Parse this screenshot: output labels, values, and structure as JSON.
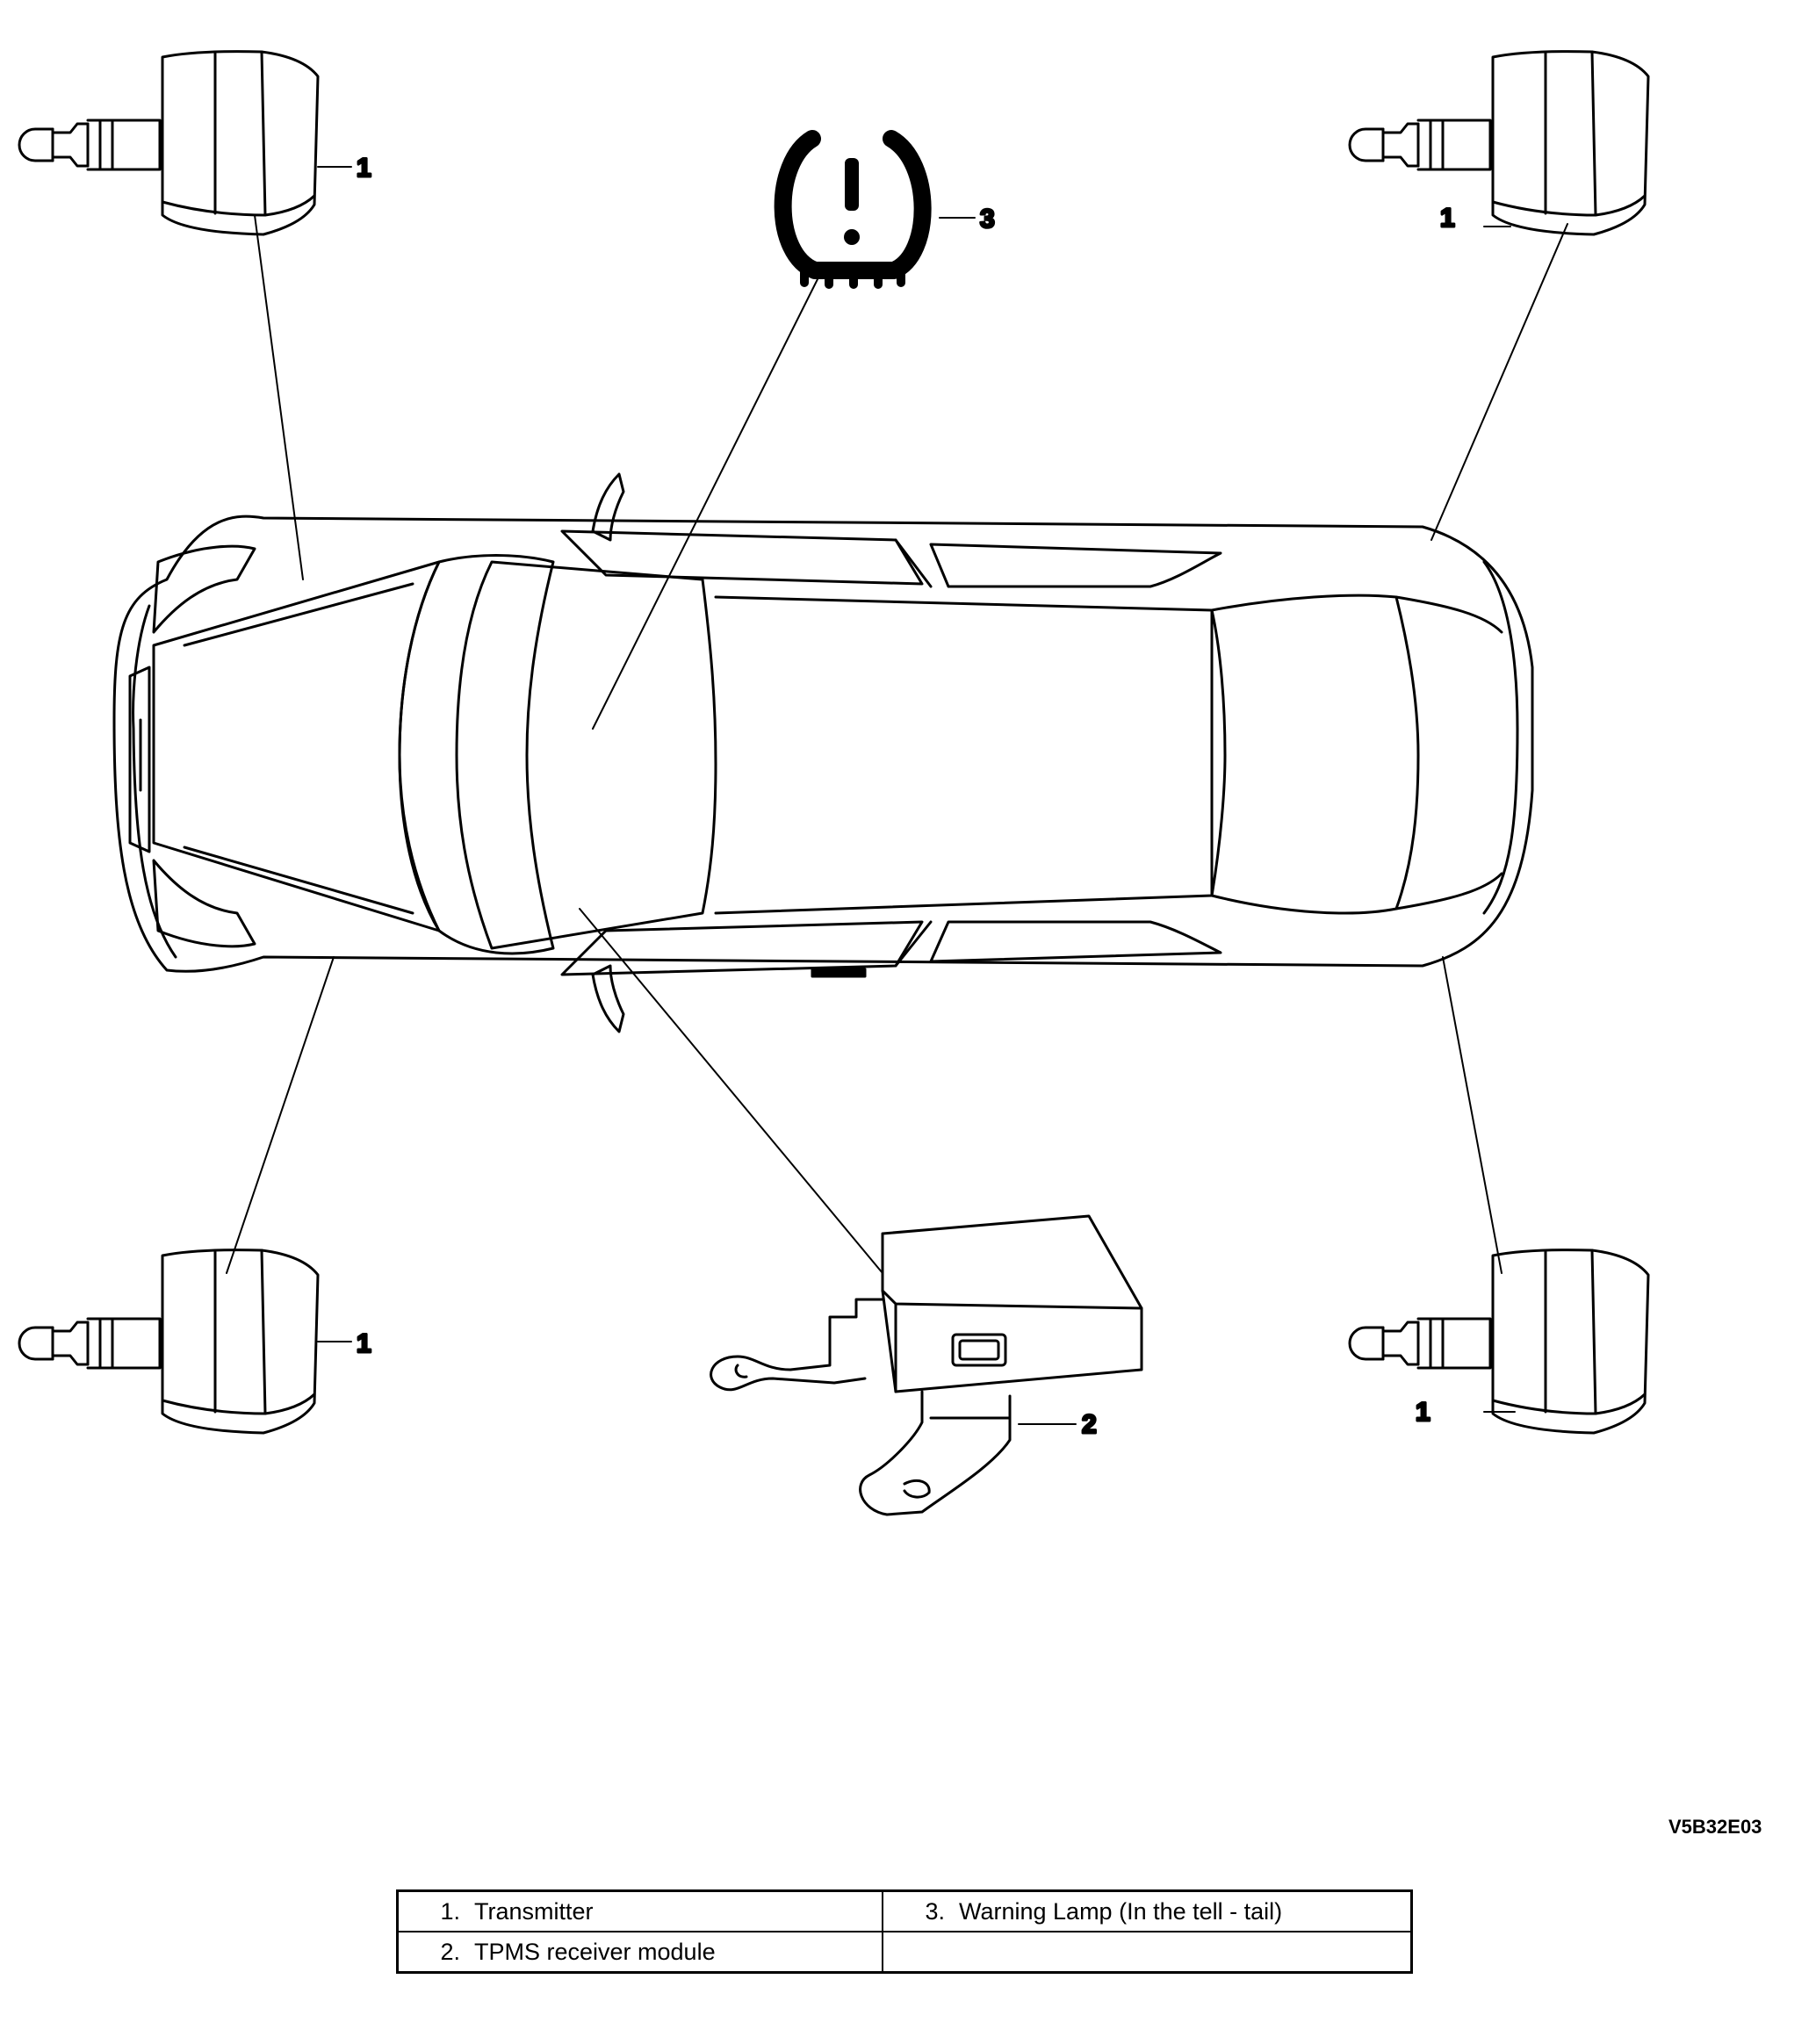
{
  "callouts": {
    "transmitter_front_left": "1",
    "transmitter_rear_left": "1",
    "transmitter_front_right": "1",
    "transmitter_rear_right": "1",
    "receiver_module": "2",
    "warning_lamp": "3"
  },
  "figure_code": "V5B32E03",
  "legend": {
    "rows": [
      [
        {
          "num": "1.",
          "label": "Transmitter"
        },
        {
          "num": "3.",
          "label": "Warning Lamp (In the tell - tail)"
        }
      ],
      [
        {
          "num": "2.",
          "label": "TPMS receiver module"
        },
        {
          "num": "",
          "label": ""
        }
      ]
    ]
  }
}
